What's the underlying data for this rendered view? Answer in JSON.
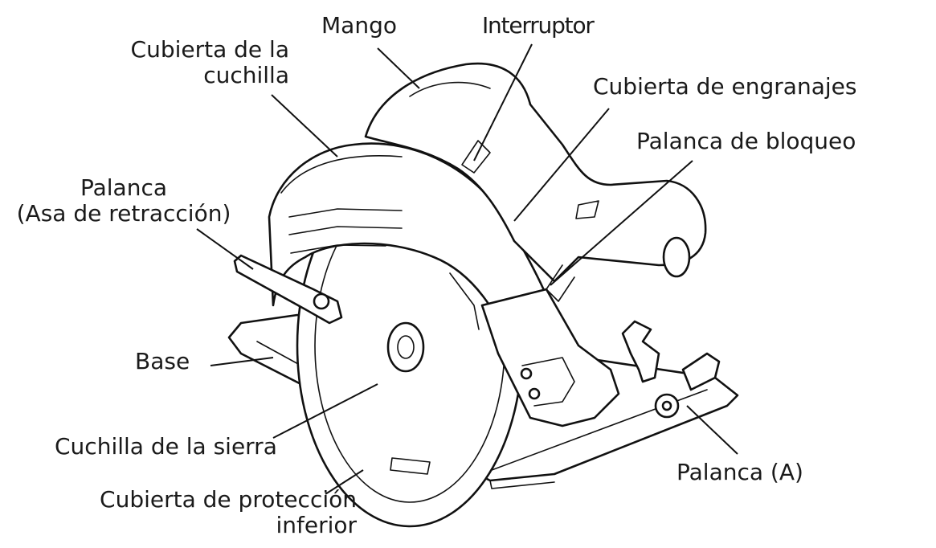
{
  "diagram": {
    "subject": "circular-saw",
    "labels": {
      "mango": "Mango",
      "interruptor": "Interruptor",
      "cubierta_cuchilla": [
        "Cubierta de la",
        "cuchilla"
      ],
      "cubierta_engranajes": "Cubierta de engranajes",
      "palanca_bloqueo": "Palanca de bloqueo",
      "palanca_asa": [
        "Palanca",
        "(Asa de retracción)"
      ],
      "base": "Base",
      "cuchilla_sierra": "Cuchilla de la sierra",
      "palanca_a": "Palanca (A)",
      "cubierta_proteccion": [
        "Cubierta de protección",
        "inferior"
      ]
    }
  }
}
